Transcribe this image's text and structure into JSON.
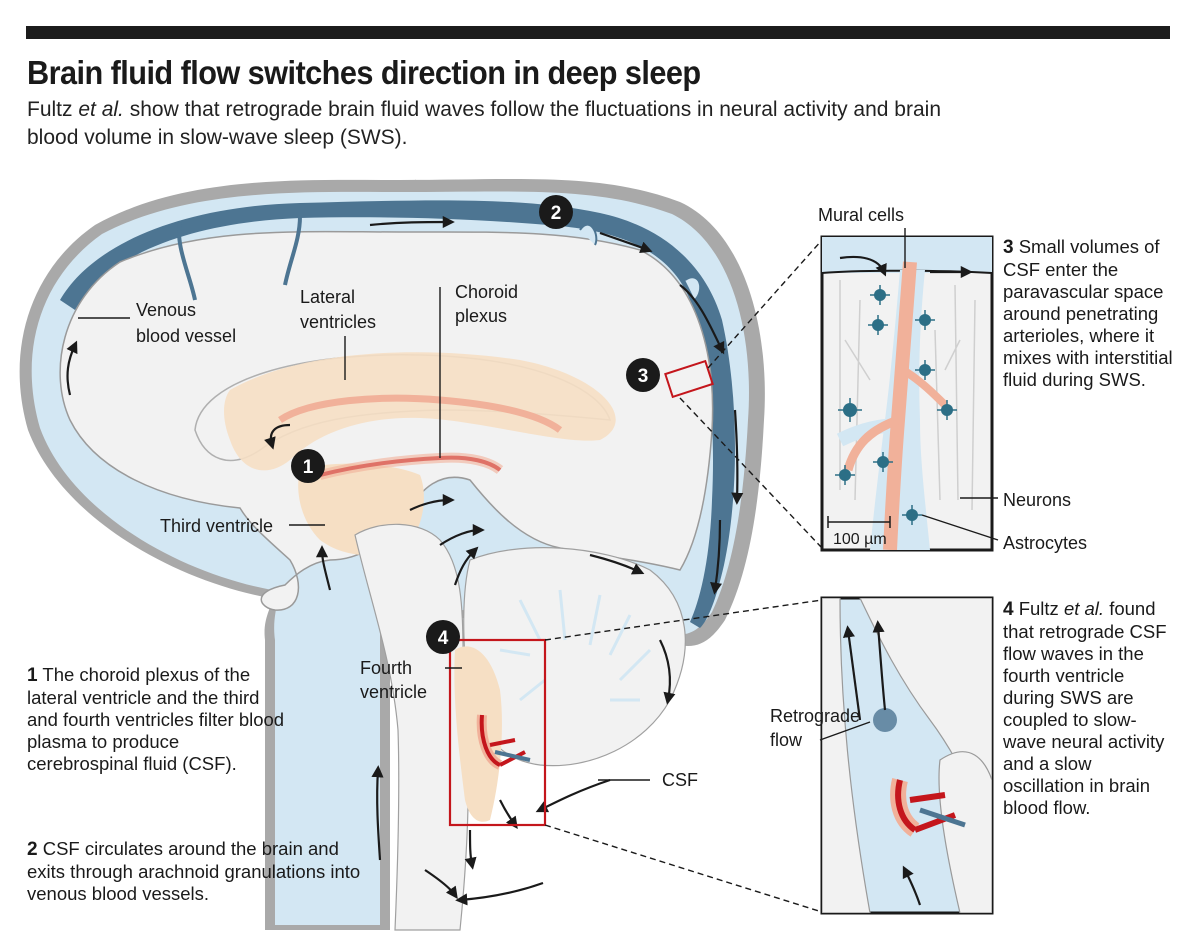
{
  "title": "Brain fluid flow switches direction in deep sleep",
  "subtitle": {
    "author": "Fultz",
    "etal": "et al.",
    "text": " show that retrograde brain fluid waves follow the fluctuations in neural activity and brain blood volume in slow-wave sleep (SWS)."
  },
  "labels": {
    "venous_1": "Venous",
    "venous_2": "blood vessel",
    "lateral_1": "Lateral",
    "lateral_2": "ventricles",
    "choroid_1": "Choroid",
    "choroid_2": "plexus",
    "third_ventricle": "Third ventricle",
    "fourth_1": "Fourth",
    "fourth_2": "ventricle",
    "csf": "CSF",
    "mural_cells": "Mural cells",
    "neurons": "Neurons",
    "astrocytes": "Astrocytes",
    "scale_bar": "100 µm",
    "retrograde_1": "Retrograde",
    "retrograde_2": "flow"
  },
  "markers": [
    "1",
    "2",
    "3",
    "4"
  ],
  "notes": {
    "n1": {
      "num": "1",
      "text": "The choroid plexus of the lateral ventricle and the third and fourth ventricles filter blood plasma to produce cerebrospinal fluid (CSF)."
    },
    "n2": {
      "num": "2",
      "text": "CSF circulates around the brain and exits through arachnoid granulations into venous blood vessels."
    },
    "n3": {
      "num": "3",
      "text": "Small volumes of CSF enter the paravascular space around penetrating arterioles, where it mixes with interstitial fluid during SWS."
    },
    "n4": {
      "num": "4",
      "author": "Fultz",
      "etal": "et al.",
      "text": "found that retrograde CSF flow waves in the fourth ventricle during SWS are coupled to slow-wave neural activity and a slow oscillation in brain blood flow."
    }
  },
  "colors": {
    "csf_blue": "#d3e7f3",
    "vein": "#4d7592",
    "brain": "#f2f2f2",
    "ventricle": "#f6dfc4",
    "artery_red": "#c4161c",
    "choroid_pink": "#f1b19a",
    "astrocyte": "#2c6f86",
    "outline": "#9a9a9a"
  }
}
